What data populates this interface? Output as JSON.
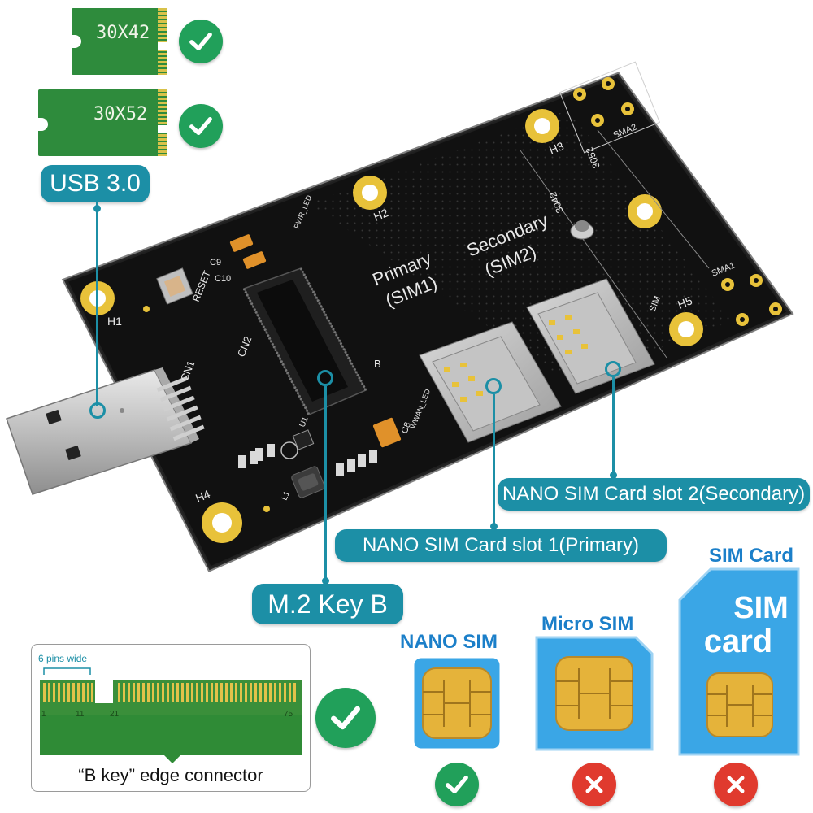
{
  "modules": [
    {
      "label": "30X42"
    },
    {
      "label": "30X52"
    }
  ],
  "callouts": {
    "usb": "USB 3.0",
    "sim_slot_2": "NANO SIM Card slot 2(Secondary)",
    "sim_slot_1": "NANO SIM Card slot 1(Primary)",
    "m2_key": "M.2 Key B"
  },
  "board": {
    "primary": "Primary",
    "primary_sub": "(SIM1)",
    "secondary": "Secondary",
    "secondary_sub": "(SIM2)",
    "h1": "H1",
    "h2": "H2",
    "h3": "H3",
    "h4": "H4",
    "h5": "H5",
    "sma1": "SMA1",
    "sma2": "SMA2",
    "cn1": "CN1",
    "cn2": "CN2",
    "reset": "RESET",
    "c9": "C9",
    "c10": "C10",
    "c8": "C8",
    "b": "B",
    "pwr_led": "PWR_LED",
    "wwan_led": "WWAN_LED",
    "size_3042": "3042",
    "size_3052": "3052",
    "sim_icon": "SIM",
    "l1": "L1",
    "u1": "U1"
  },
  "edge_connector": {
    "pins_wide": "6 pins wide",
    "pin_1": "1",
    "pin_11": "11",
    "pin_21": "21",
    "pin_75": "75",
    "caption": "“B key” edge connector"
  },
  "sim_types": [
    {
      "label": "NANO SIM",
      "status": "supported"
    },
    {
      "label": "Micro SIM",
      "status": "unsupported"
    },
    {
      "label": "SIM Card",
      "status": "unsupported",
      "card_text_1": "SIM",
      "card_text_2": "card"
    }
  ],
  "colors": {
    "accent": "#1c8fa6",
    "check": "#21a05a",
    "cross": "#e03a2e",
    "sim_blue": "#3aa6e6",
    "gold": "#e5b33a"
  }
}
